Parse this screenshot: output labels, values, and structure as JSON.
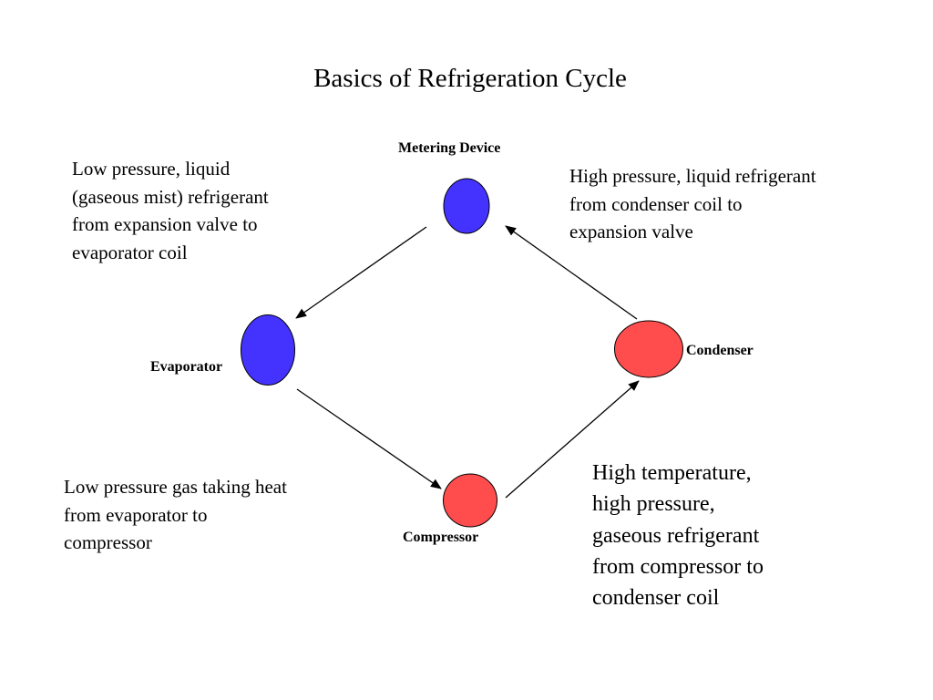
{
  "title": "Basics of Refrigeration Cycle",
  "colors": {
    "low_side": "#4433ff",
    "high_side": "#ff4d4d",
    "stroke": "#000000"
  },
  "nodes": {
    "metering_device": {
      "label": "Metering Device",
      "color": "#4433ff"
    },
    "evaporator": {
      "label": "Evaporator",
      "color": "#4433ff"
    },
    "compressor": {
      "label": "Compressor",
      "color": "#ff4d4d"
    },
    "condenser": {
      "label": "Condenser",
      "color": "#ff4d4d"
    }
  },
  "flow": [
    {
      "from": "metering_device",
      "to": "evaporator"
    },
    {
      "from": "evaporator",
      "to": "compressor"
    },
    {
      "from": "compressor",
      "to": "condenser"
    },
    {
      "from": "condenser",
      "to": "metering_device"
    }
  ],
  "descriptions": {
    "metering_to_evaporator": "Low pressure,  liquid\n(gaseous mist) refrigerant\nfrom expansion valve to\nevaporator coil",
    "condenser_to_metering": "High pressure, liquid refrigerant\nfrom condenser coil to\nexpansion valve",
    "evaporator_to_compressor": "Low pressure gas taking heat\nfrom evaporator to\ncompressor",
    "compressor_to_condenser": "High temperature,\nhigh pressure,\ngaseous refrigerant\nfrom compressor to\ncondenser coil"
  }
}
